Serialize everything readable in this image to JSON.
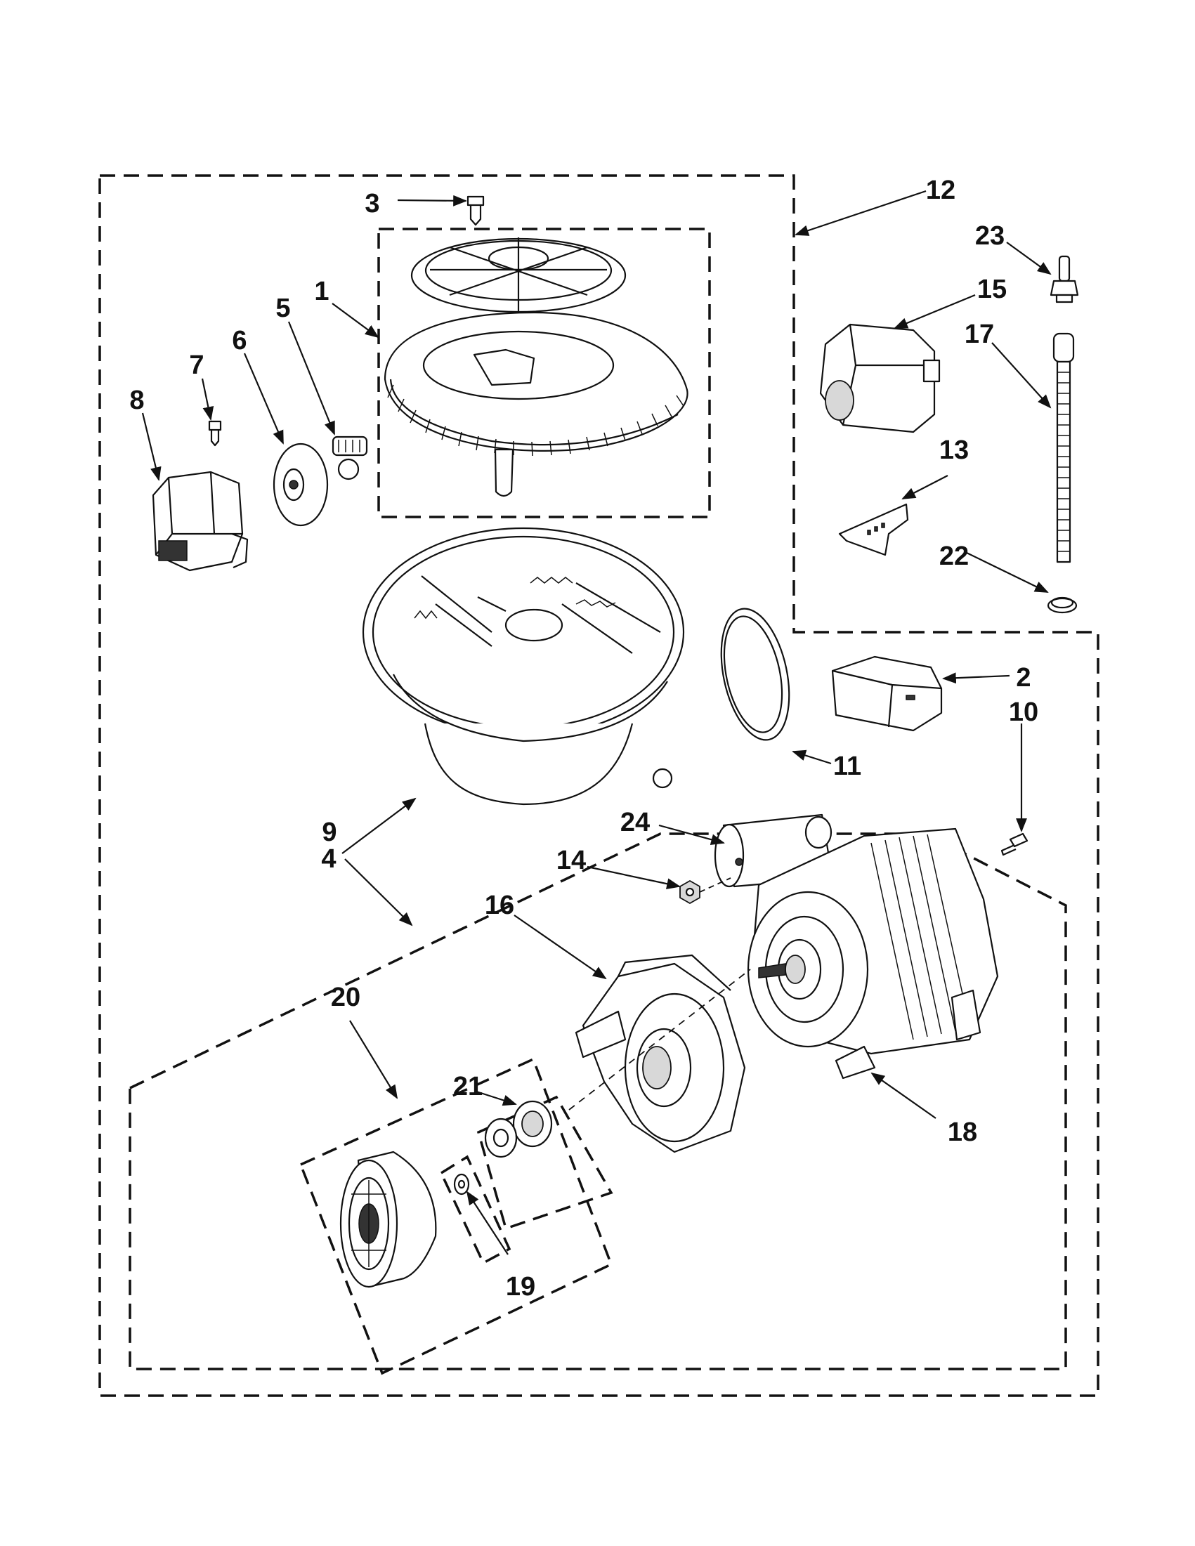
{
  "callouts": [
    "1",
    "2",
    "3",
    "4",
    "5",
    "6",
    "7",
    "8",
    "9",
    "10",
    "11",
    "12",
    "13",
    "14",
    "15",
    "16",
    "17",
    "18",
    "19",
    "20",
    "21",
    "22",
    "23",
    "24"
  ],
  "colors": {
    "line": "#111111",
    "background": "#ffffff"
  }
}
